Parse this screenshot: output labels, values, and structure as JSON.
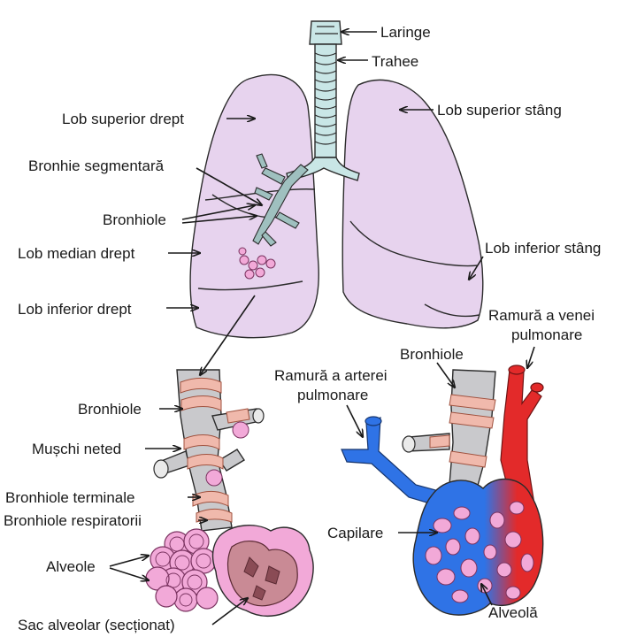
{
  "labels": {
    "larynx": "Laringe",
    "trachea": "Trahee",
    "right_upper_lobe": "Lob superior drept",
    "left_upper_lobe": "Lob superior stâng",
    "segmental_bronchus": "Bronhie segmentară",
    "bronchioles_top": "Bronhiole",
    "right_middle_lobe": "Lob median drept",
    "left_lower_lobe": "Lob inferior stâng",
    "right_lower_lobe": "Lob inferior drept",
    "vein_branch": "Ramură a venei pulmonare",
    "vein_line1": "Ramură a venei",
    "vein_line2": "pulmonare",
    "bronchioles_right": "Bronhiole",
    "artery_line1": "Ramură a arterei",
    "artery_line2": "pulmonare",
    "bronchioles_left": "Bronhiole",
    "smooth_muscle": "Mușchi neted",
    "terminal_bronchioles": "Bronhiole terminale",
    "respiratory_bronchioles": "Bronhiole respiratorii",
    "alveoli": "Alveole",
    "capillaries": "Capilare",
    "alveolar_sac": "Sac alveolar (secționat)",
    "alveolus": "Alveolă"
  },
  "colors": {
    "lung": "#e7d3ee",
    "trachea": "#c9e6e6",
    "bronchiole_gray": "#c9c9cc",
    "muscle": "#f0b9ac",
    "alveoli": "#f2a9d8",
    "artery": "#2f73e6",
    "vein": "#e32a2a",
    "sac_cut": "#c98a95"
  }
}
